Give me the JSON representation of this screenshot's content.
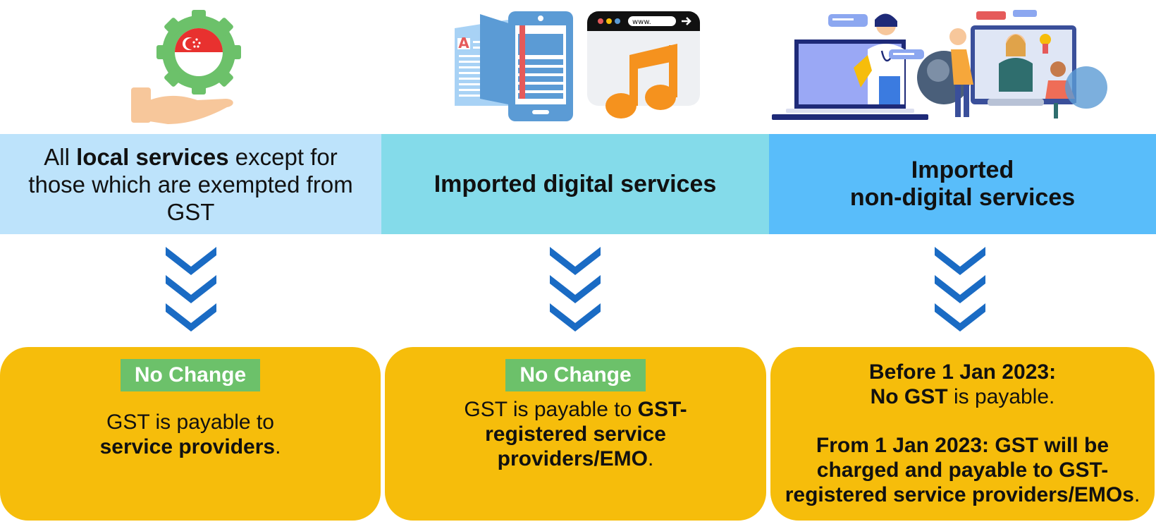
{
  "columns": [
    {
      "header": {
        "pre": "All ",
        "bold": "local services",
        "post": " except for those which are exempted from GST"
      },
      "badge": "No Change",
      "body": {
        "pre": "GST is payable to ",
        "bold": "service providers",
        "post": "."
      },
      "icons": [
        "gear-icon",
        "singapore-flag-icon",
        "hand-icon"
      ]
    },
    {
      "header": {
        "text": "Imported digital services"
      },
      "badge": "No Change",
      "body": {
        "pre": "GST is payable to ",
        "bold": "GST-registered service providers/EMO",
        "post": "."
      },
      "icons": [
        "book-icon",
        "smartphone-icon",
        "browser-window-icon",
        "music-note-icon"
      ],
      "browser_url": "www."
    },
    {
      "header": {
        "line1": "Imported",
        "line2": "non-digital services"
      },
      "body": {
        "line1_bold": "Before 1 Jan 2023:",
        "line2_bold": "No GST",
        "line2_post": " is payable.",
        "line3_bold": "From 1 Jan 2023: GST will be charged and payable to GST-registered service providers/EMOs",
        "line3_post": "."
      },
      "icons": [
        "laptop-doctor-icon",
        "video-call-icon"
      ]
    }
  ],
  "colors": {
    "header_1": "#bde3fb",
    "header_2": "#84dbea",
    "header_3": "#59bdfa",
    "arrow": "#1a6bc4",
    "card": "#f6bd0b",
    "badge": "#6cc16a"
  }
}
